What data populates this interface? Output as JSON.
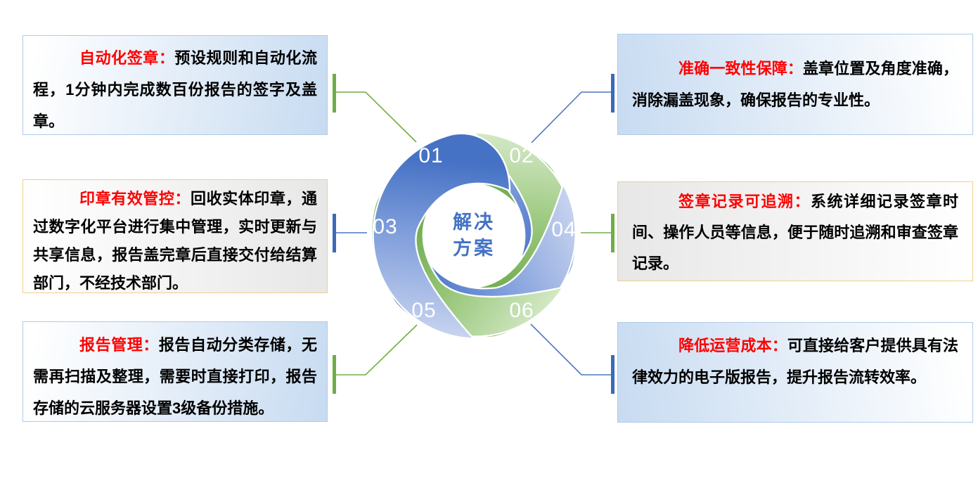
{
  "center": {
    "line1": "解决",
    "line2": "方案"
  },
  "items": [
    {
      "num": "01",
      "heading": "自动化签章：",
      "body": "预设规则和自动化流程，1分钟内完成数百份报告的签字及盖章。"
    },
    {
      "num": "02",
      "heading": "准确一致性保障：",
      "body": "盖章位置及角度准确，消除漏盖现象，确保报告的专业性。"
    },
    {
      "num": "03",
      "heading": "印章有效管控：",
      "body": "回收实体印章，通过数字化平台进行集中管理，实时更新与共享信息，报告盖完章后直接交付给结算部门，不经技术部门。"
    },
    {
      "num": "04",
      "heading": "签章记录可追溯：",
      "body": "系统详细记录签章时间、操作人员等信息，便于随时追溯和审查签章记录。"
    },
    {
      "num": "05",
      "heading": "报告管理：",
      "body": "报告自动分类存储，无需再扫描及整理，需要时直接打印，报告存储的云服务器设置3级备份措施。"
    },
    {
      "num": "06",
      "heading": "降低运营成本：",
      "body": "可直接给客户提供具有法律效力的电子版报告，提升报告流转效率。"
    }
  ],
  "colors": {
    "heading_red": "#ff0000",
    "body_black": "#000000",
    "center_text_blue": "#4472c4",
    "wheel_green_light": "#d4e9c6",
    "wheel_green_dark": "#68a748",
    "wheel_blue_light": "#c9d4ef",
    "wheel_blue_dark": "#4672c5",
    "connector_green": "#70ad47",
    "connector_blue": "#3a6ab8",
    "box_blue_border": "#aecbea",
    "box_gold_border": "#f2cf87"
  }
}
